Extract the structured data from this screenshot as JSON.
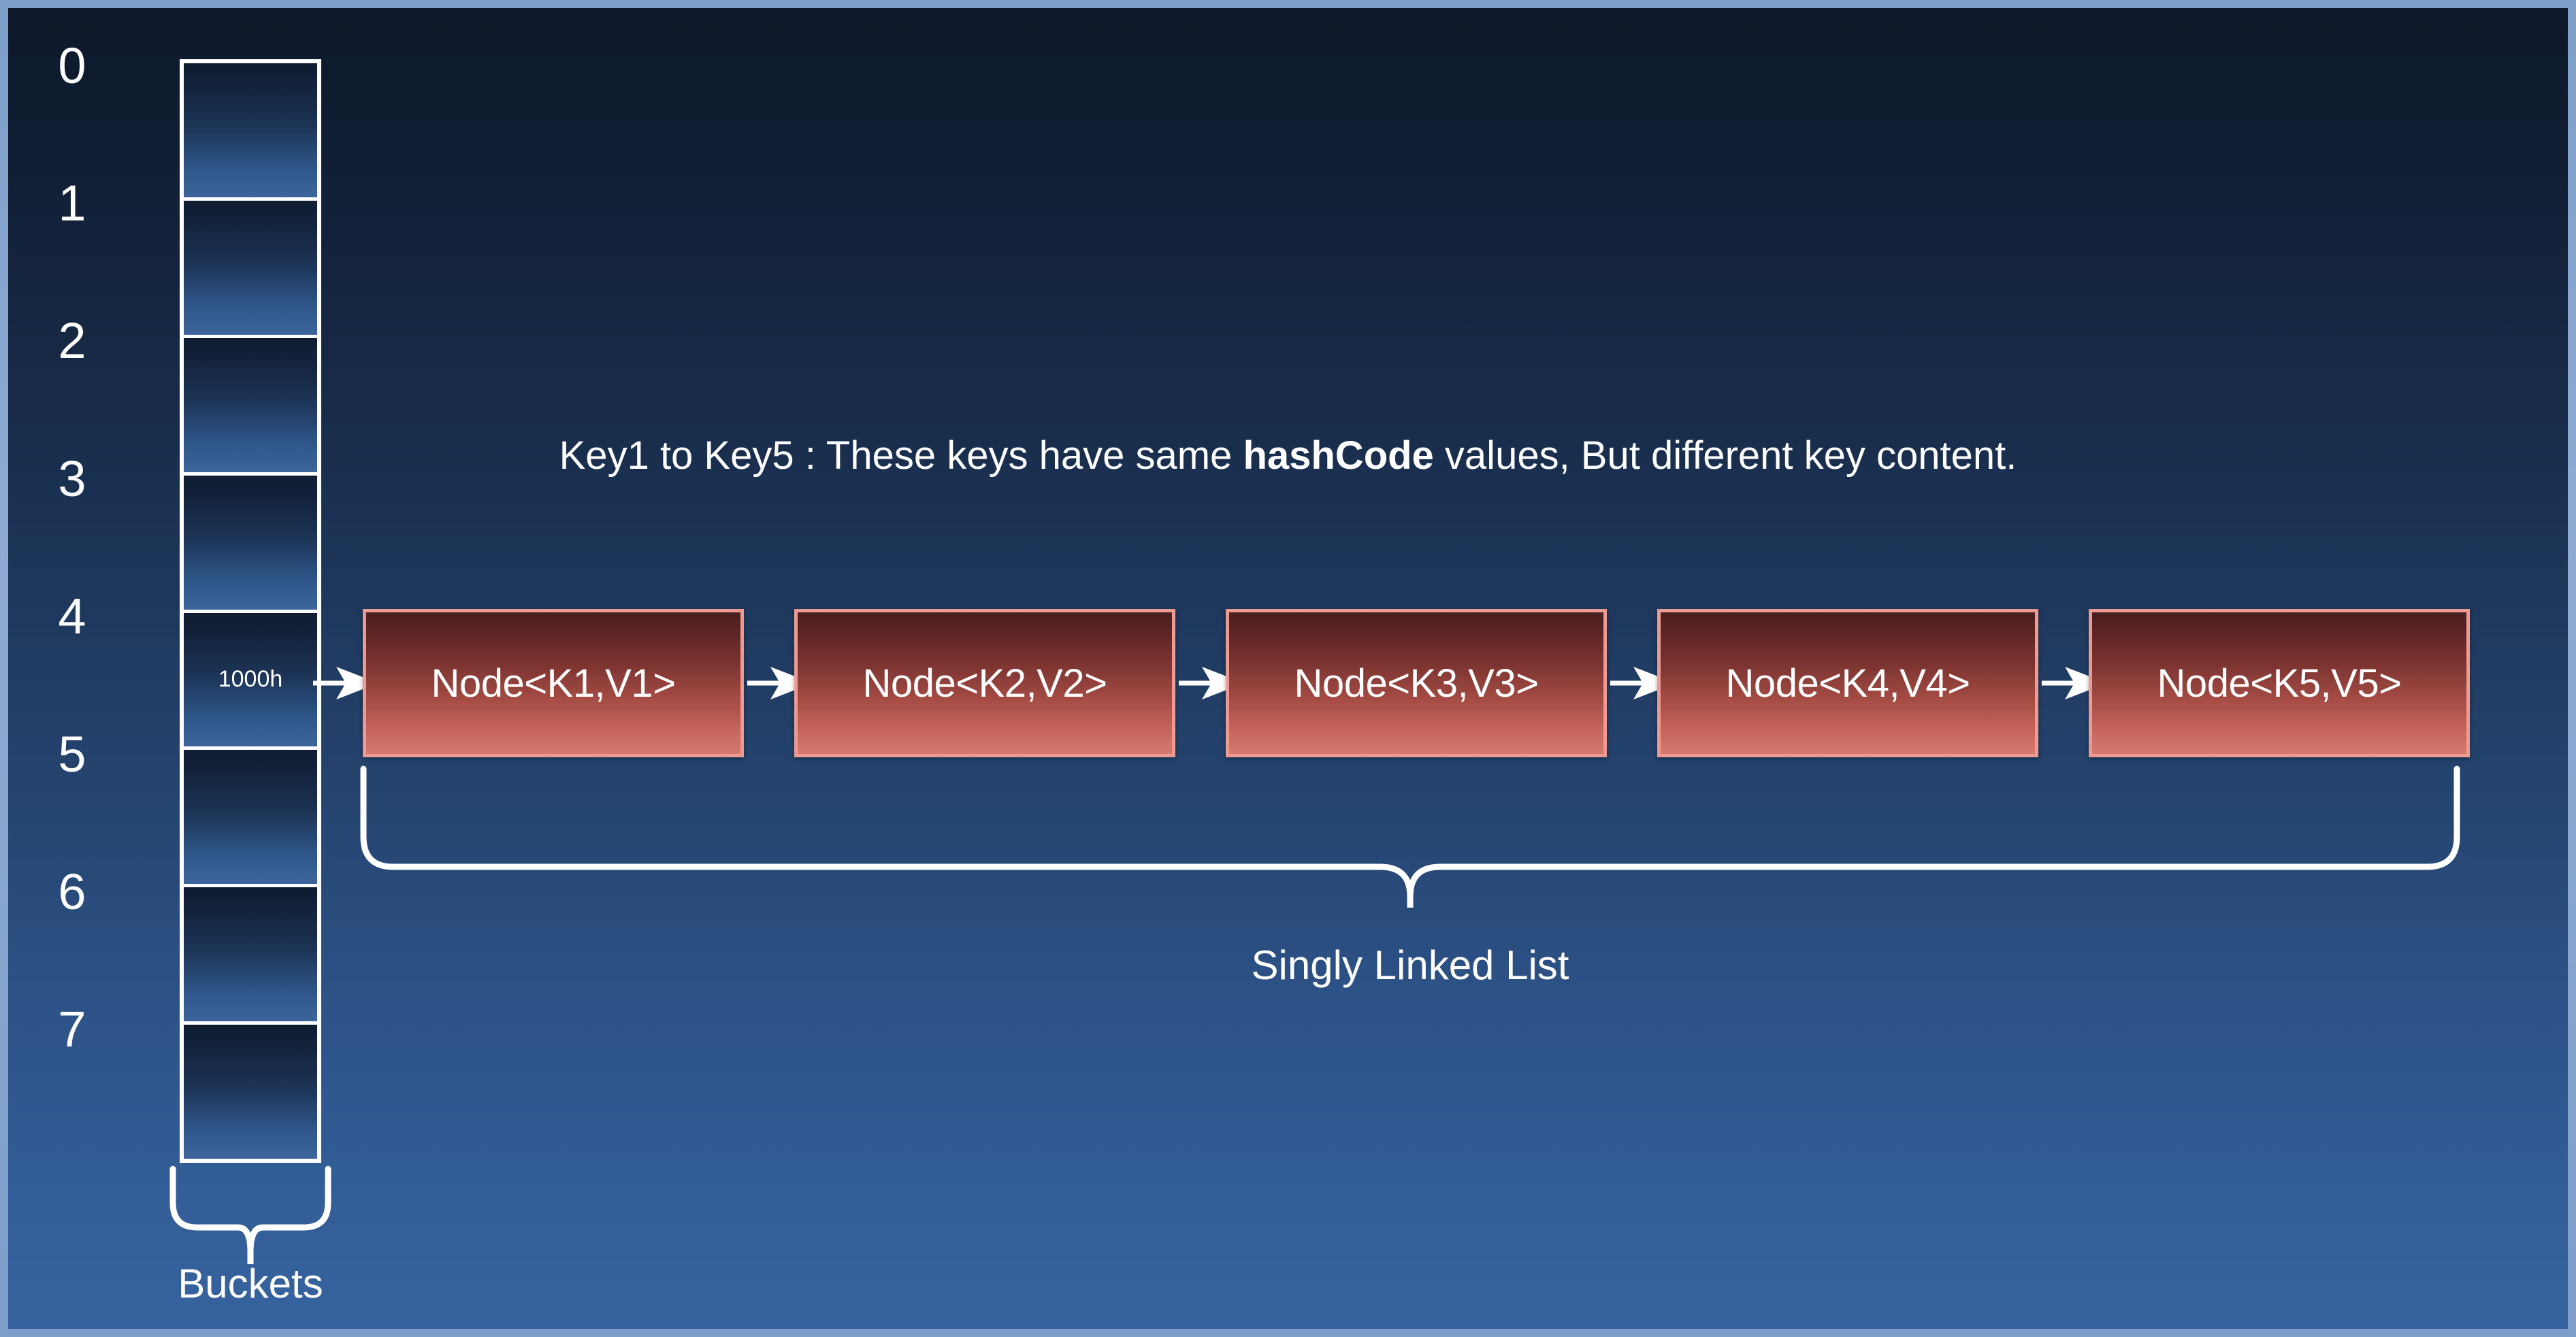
{
  "diagram": {
    "title_caption": {
      "part1": "Key1 to Key5 : These keys have same ",
      "emphasis": "hashCode",
      "part2": " values, But different key content."
    },
    "buckets": {
      "label": "Buckets",
      "indices": [
        "0",
        "1",
        "2",
        "3",
        "4",
        "5",
        "6",
        "7"
      ],
      "cells": [
        {
          "index": "0",
          "content": ""
        },
        {
          "index": "1",
          "content": ""
        },
        {
          "index": "2",
          "content": ""
        },
        {
          "index": "3",
          "content": ""
        },
        {
          "index": "4",
          "content": "1000h"
        },
        {
          "index": "5",
          "content": ""
        },
        {
          "index": "6",
          "content": ""
        },
        {
          "index": "7",
          "content": ""
        }
      ]
    },
    "linked_list": {
      "label": "Singly Linked List",
      "nodes": [
        {
          "label": "Node<K1,V1>"
        },
        {
          "label": "Node<K2,V2>"
        },
        {
          "label": "Node<K3,V3>"
        },
        {
          "label": "Node<K4,V4>"
        },
        {
          "label": "Node<K5,V5>"
        }
      ]
    },
    "colors": {
      "background_top": "#0d1829",
      "background_bottom": "#36639f",
      "frame": "#8fabd2",
      "bucket_border": "#ffffff",
      "bucket_fill_top": "#0f1c31",
      "bucket_fill_bottom": "#3c659c",
      "node_border": "#eb9b92",
      "node_fill_top": "#4a1f1f",
      "node_fill_bottom": "#d87a70",
      "text": "#ffffff"
    }
  }
}
